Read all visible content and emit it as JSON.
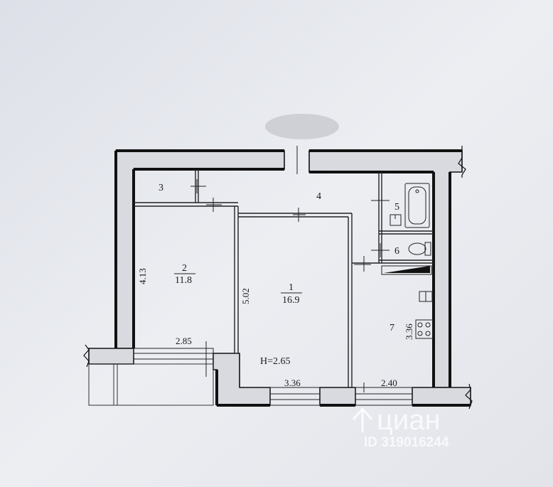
{
  "plan": {
    "rooms": [
      {
        "number": "1",
        "area": "16.9"
      },
      {
        "number": "2",
        "area": "11.8"
      },
      {
        "number": "3"
      },
      {
        "number": "4"
      },
      {
        "number": "5"
      },
      {
        "number": "6"
      },
      {
        "number": "7"
      }
    ],
    "dimensions": {
      "d_413": "4.13",
      "d_502": "5.02",
      "d_285": "2.85",
      "d_336_bottom": "3.36",
      "d_240": "2.40",
      "d_336_kitchen": "3.36"
    },
    "ceiling_height": "H=2.65"
  },
  "watermark": {
    "brand": "циан",
    "id_text": "ID 319016244"
  },
  "colors": {
    "paper": "#e6e8ee",
    "wall": "#111111",
    "line": "#222222",
    "watermark": "#ffffff"
  }
}
